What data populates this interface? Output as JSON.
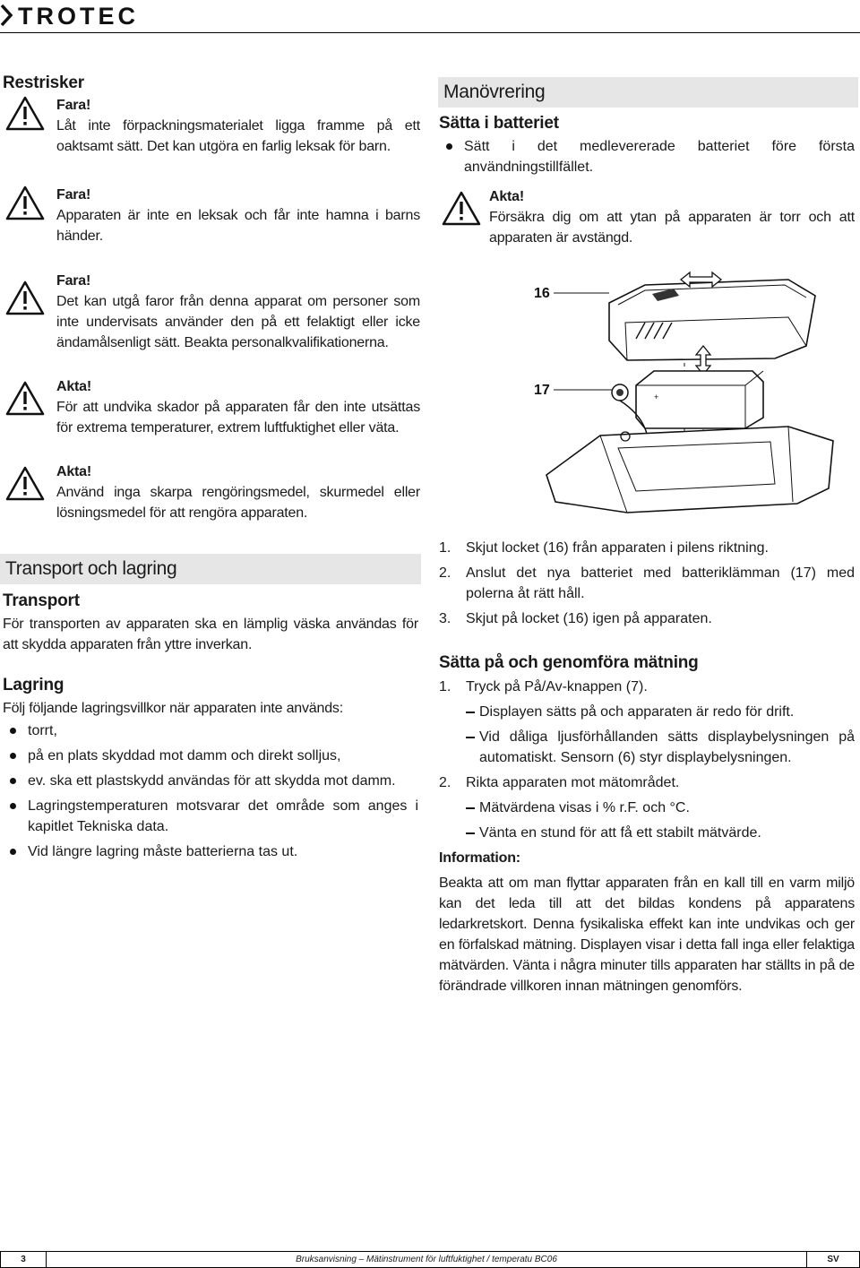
{
  "brand": {
    "name": "TROTEC"
  },
  "left": {
    "restrisker_title": "Restrisker",
    "warnings": [
      {
        "label": "Fara!",
        "lines": [
          "Låt inte förpackningsmaterialet ligga framme på ett",
          "oaktsamt sätt. Det kan utgöra en farlig leksak för barn."
        ]
      },
      {
        "label": "Fara!",
        "lines": [
          "Apparaten är inte en leksak och får inte hamna i barns",
          "händer."
        ]
      },
      {
        "label": "Fara!",
        "lines": [
          "Det kan utgå faror från denna apparat om personer som",
          "inte undervisats använder den på ett felaktigt eller icke",
          "ändamålsenligt sätt. Beakta personalkvalifikationerna."
        ]
      },
      {
        "label": "Akta!",
        "lines": [
          "För att undvika skador på apparaten får den inte utsättas",
          "för extrema temperaturer, extrem luftfuktighet eller väta."
        ]
      },
      {
        "label": "Akta!",
        "lines": [
          "Använd inga skarpa rengöringsmedel, skurmedel eller",
          "lösningsmedel för att rengöra apparaten."
        ]
      }
    ],
    "section_title": "Transport och lagring",
    "transport_title": "Transport",
    "transport_text": "För transporten av apparaten ska en lämplig väska användas för att skydda apparaten från yttre inverkan.",
    "lagring_title": "Lagring",
    "lagring_intro": "Följ följande lagringsvillkor när apparaten inte används:",
    "lagring_items": [
      "torrt,",
      "på en plats skyddad mot damm och direkt solljus,",
      "ev. ska ett plastskydd användas för att skydda mot damm.",
      "Lagringstemperaturen motsvarar det område som anges i kapitlet Tekniska data.",
      "Vid längre lagring måste batterierna tas ut."
    ]
  },
  "right": {
    "section_title": "Manövrering",
    "battery_title": "Sätta i batteriet",
    "battery_bullet": "Sätt i det medlevererade batteriet före första användningstillfället.",
    "warning": {
      "label": "Akta!",
      "lines": [
        "Försäkra dig om att ytan på apparaten är torr och att",
        "apparaten är avstängd."
      ]
    },
    "figure_labels": {
      "cover": "16",
      "clip": "17"
    },
    "steps": [
      {
        "n": "1.",
        "text": "Skjut locket (16) från apparaten i pilens riktning."
      },
      {
        "n": "2.",
        "text": "Anslut det nya batteriet med batteriklämman (17) med polerna åt rätt håll."
      },
      {
        "n": "3.",
        "text": "Skjut på locket (16) igen på apparaten."
      }
    ],
    "measure_title": "Sätta på och genomföra mätning",
    "measure_steps": [
      {
        "n": "1.",
        "text": "Tryck på På/Av-knappen (7).",
        "subs": [
          "Displayen sätts på och apparaten är redo för drift.",
          "Vid dåliga ljusförhållanden sätts displaybelysningen på automatiskt. Sensorn (6) styr displaybelysningen."
        ]
      },
      {
        "n": "2.",
        "text": "Rikta apparaten mot mätområdet.",
        "subs": [
          "Mätvärdena visas i % r.F. och °C.",
          "Vänta en stund för att få ett stabilt mätvärde."
        ]
      }
    ],
    "info_title": "Information:",
    "info_text": "Beakta att om man flyttar apparaten från en kall till en varm miljö kan det leda till att det bildas kondens på apparatens ledarkretskort. Denna fysikaliska effekt kan inte undvikas och ger en förfalskad mätning. Displayen visar i detta fall inga eller felaktiga mätvärden. Vänta i några minuter tills apparaten har ställts in på de förändrade villkoren innan mätningen genomförs."
  },
  "footer": {
    "page": "3",
    "title": "Bruksanvisning – Mätinstrument för luftfuktighet / temperatu BC06",
    "lang": "SV"
  }
}
